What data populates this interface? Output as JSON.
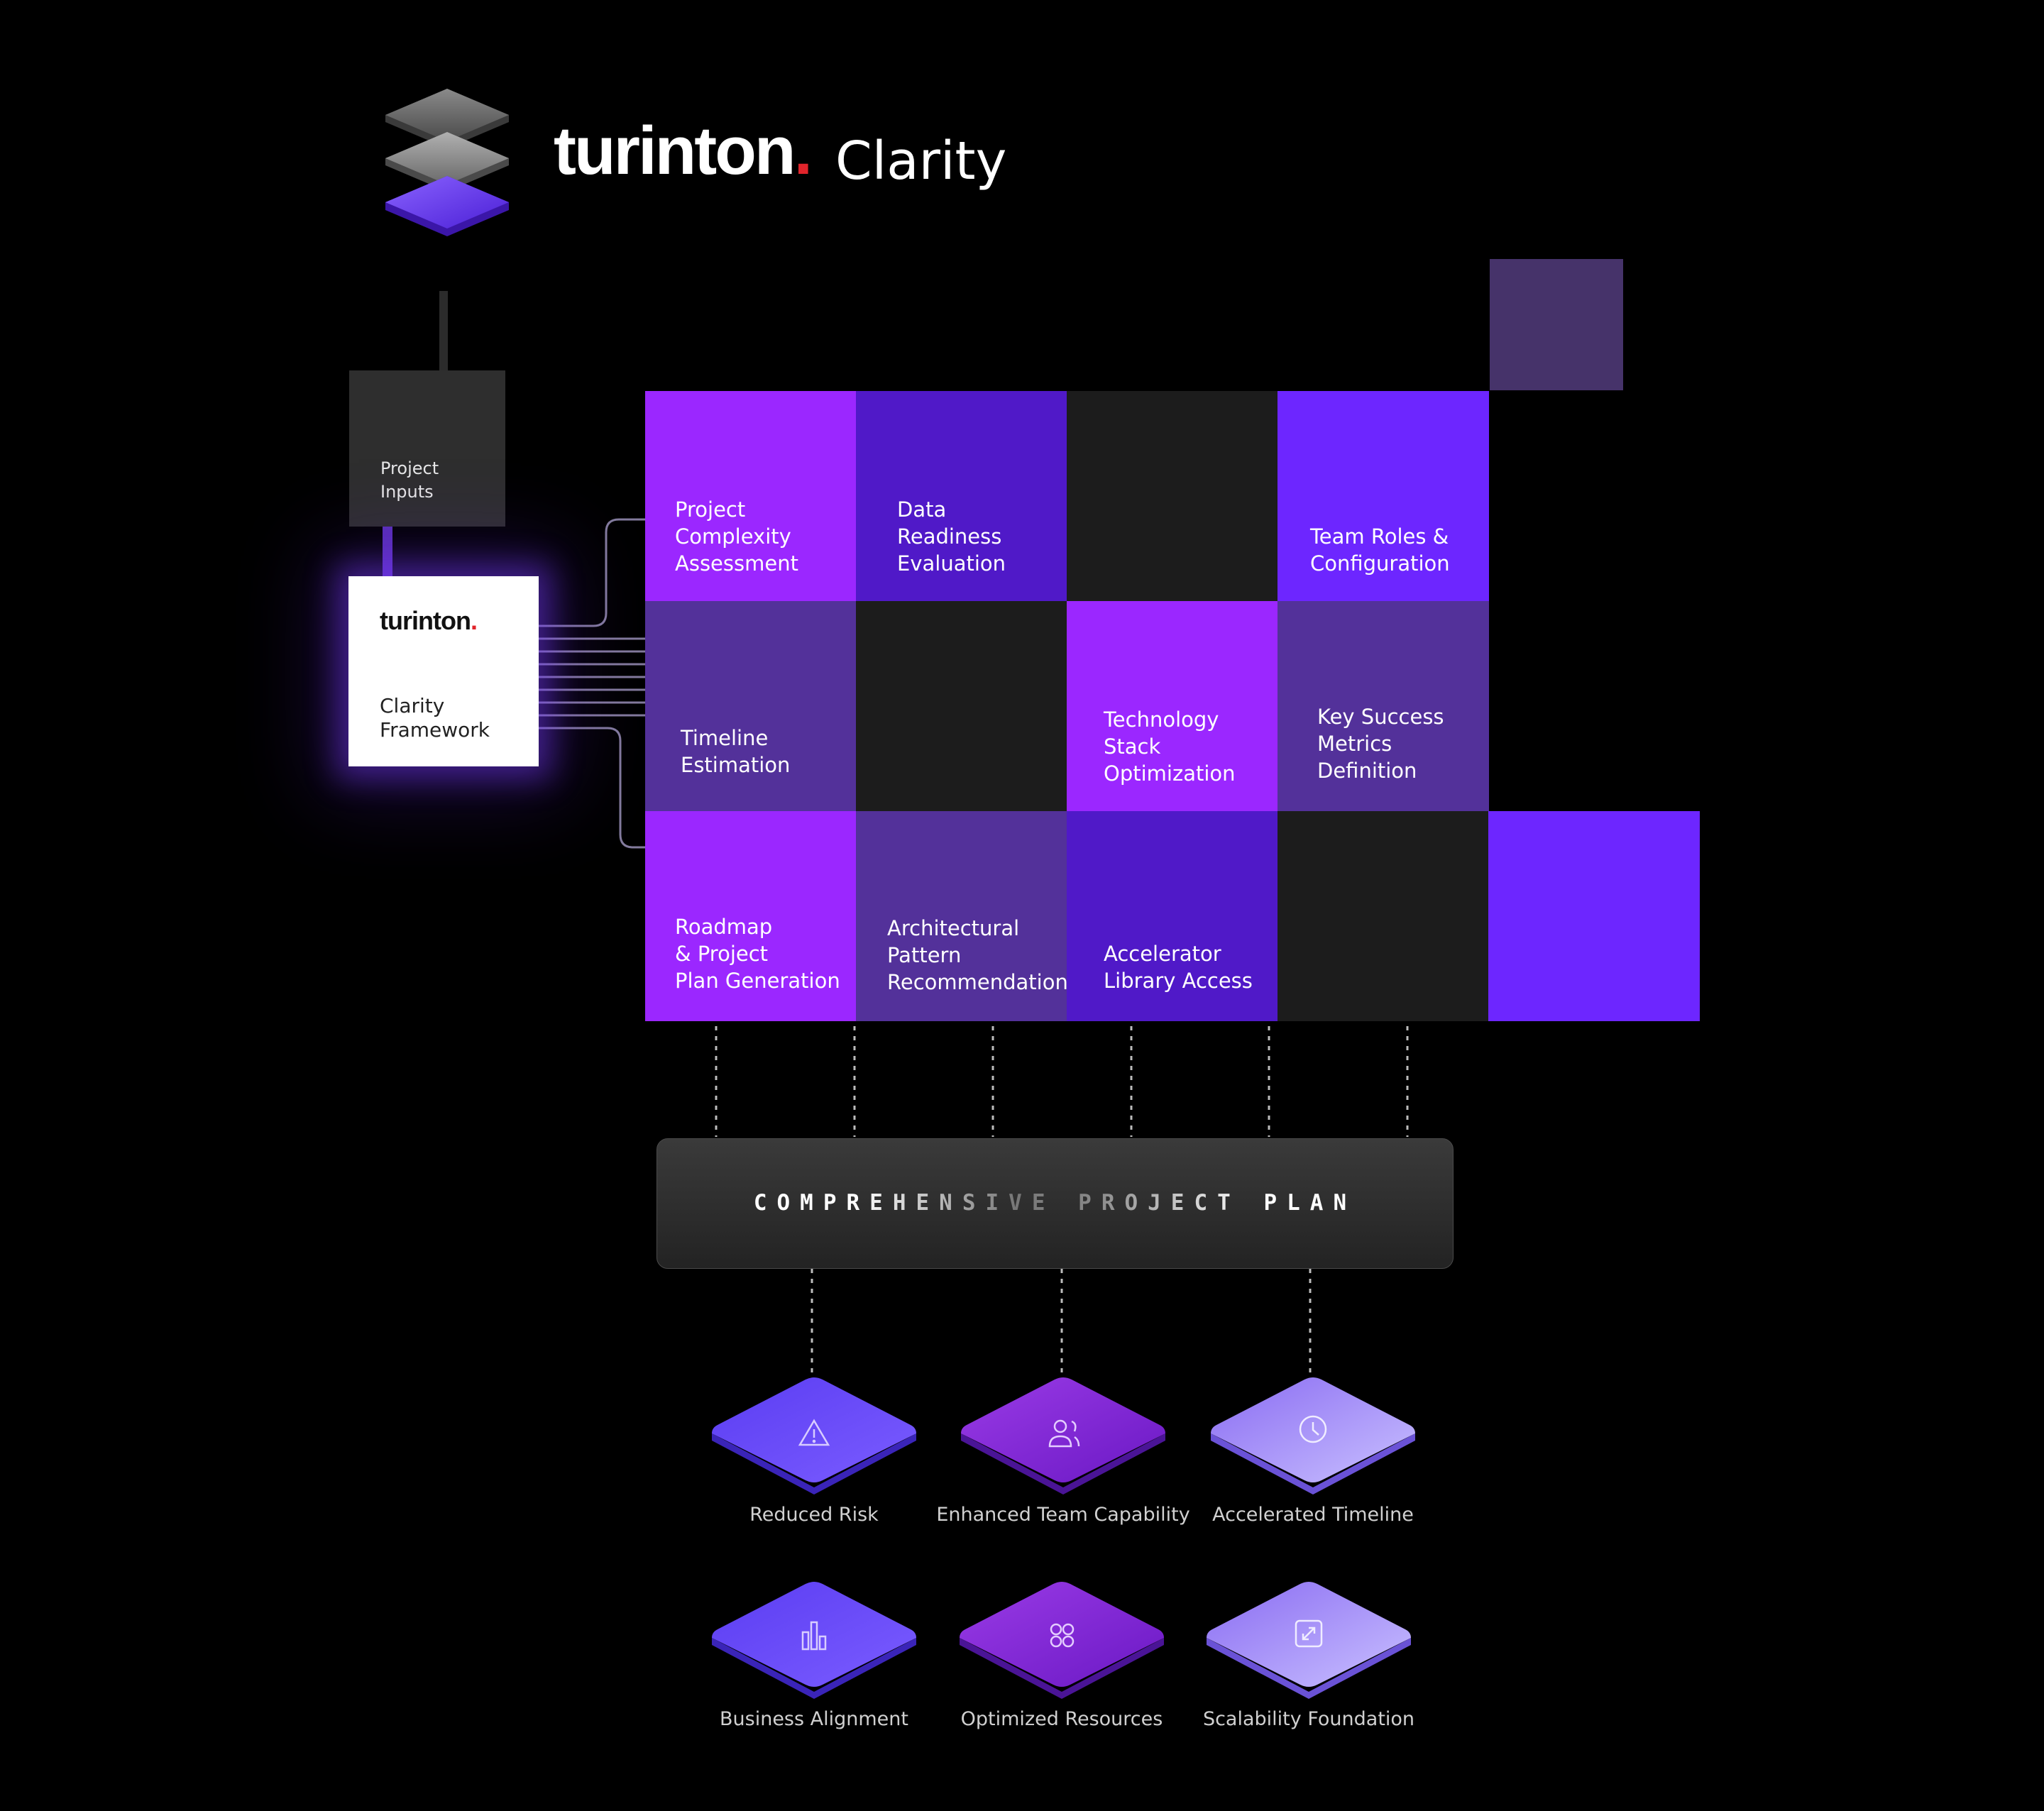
{
  "brand": {
    "word": "turinton",
    "dot": ".",
    "product": "Clarity"
  },
  "inputs": {
    "label": "Project\nInputs"
  },
  "framework": {
    "logo_word": "turinton",
    "logo_dot": ".",
    "label": "Clarity\nFramework"
  },
  "grid": {
    "cells": [
      {
        "label": "Project\nComplexity\nAssessment"
      },
      {
        "label": "Data\nReadiness\nEvaluation"
      },
      {
        "label": "Team Roles &\nConfiguration"
      },
      {
        "label": "Timeline\nEstimation"
      },
      {
        "label": "Technology\nStack\nOptimization"
      },
      {
        "label": "Key Success\nMetrics\nDefinition"
      },
      {
        "label": "Roadmap\n& Project\nPlan Generation"
      },
      {
        "label": "Architectural\nPattern\nRecommendation"
      },
      {
        "label": "Accelerator\nLibrary Access"
      }
    ]
  },
  "plan": {
    "title": "COMPREHENSIVE PROJECT PLAN"
  },
  "outcomes": [
    {
      "label": "Reduced Risk",
      "icon": "warning-icon"
    },
    {
      "label": "Enhanced Team Capability",
      "icon": "users-icon"
    },
    {
      "label": "Accelerated Timeline",
      "icon": "clock-icon"
    },
    {
      "label": "Business Alignment",
      "icon": "bar-chart-icon"
    },
    {
      "label": "Optimized Resources",
      "icon": "grid-circles-icon"
    },
    {
      "label": "Scalability Foundation",
      "icon": "expand-icon"
    }
  ],
  "colors": {
    "bright_purple": "#9b27ff",
    "deep_indigo": "#5019c8",
    "muted_purple": "#53319a",
    "violet": "#6d26ff",
    "dark_cell": "#1c1c1c",
    "accent_square": "#46336a",
    "logo_dot": "#e1242b"
  }
}
